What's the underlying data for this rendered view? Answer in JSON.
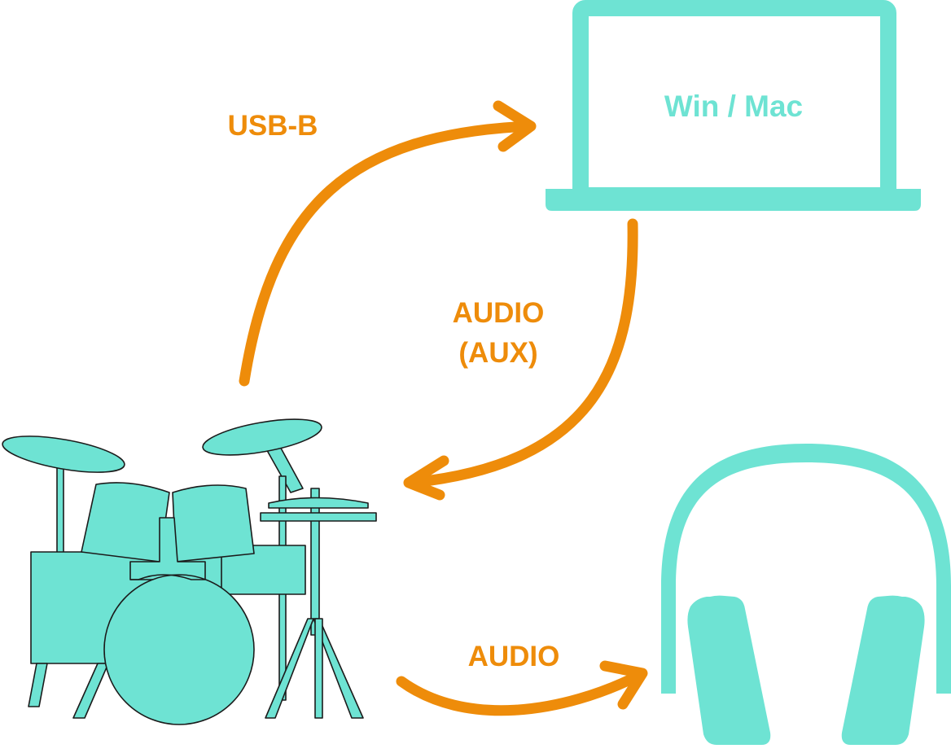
{
  "labels": {
    "computer": "Win / Mac",
    "usb": "USB-B",
    "aux_line1": "AUDIO",
    "aux_line2": "(AUX)",
    "audio_out": "AUDIO"
  },
  "nodes": {
    "computer_icon": "laptop-icon",
    "drums_icon": "drum-kit-icon",
    "headphones_icon": "headphones-icon"
  },
  "colors": {
    "device": "#6ee3d3",
    "arrow": "#ee8c0a",
    "outline": "#1b1b1b",
    "background": "#ffffff"
  }
}
